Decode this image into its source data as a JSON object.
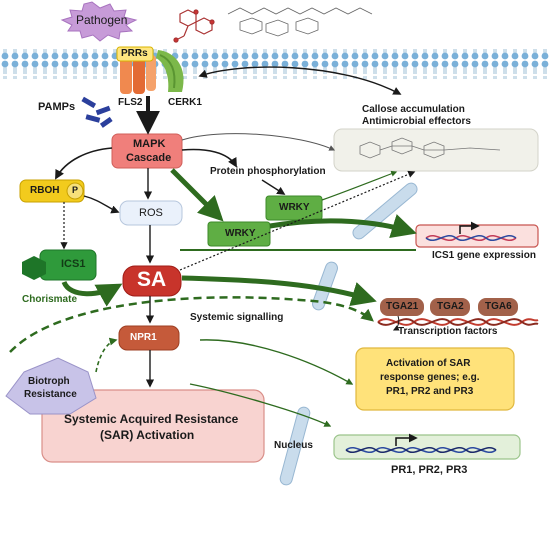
{
  "labels": {
    "pathogen": "Pathogen",
    "prrs": "PRRs",
    "fls2": "FLS2",
    "cerk1": "CERK1",
    "pamps": "PAMPs",
    "callose_line1": "Callose accumulation",
    "callose_line2": "Antimicrobial effectors",
    "mapk_line1": "MAPK",
    "mapk_line2": "Cascade",
    "protein_phos": "Protein phosphorylation",
    "rboh": "RBOH",
    "ros": "ROS",
    "wrky_upper": "WRKY",
    "wrky_lower": "WRKY",
    "ics1_gene": "ICS1 gene expression",
    "ics1": "ICS1",
    "chorismate": "Chorismate",
    "sa": "SA",
    "tga21": "TGA21",
    "tga2": "TGA2",
    "tga6": "TGA6",
    "transcription_factors": "Transcription factors",
    "systemic_signalling": "Systemic signalling",
    "npr1": "NPR1",
    "sar_genes_line1": "Activation of SAR",
    "sar_genes_line2": "response genes; e.g.",
    "sar_genes_line3": "PR1, PR2 and PR3",
    "biotroph_line1": "Biotroph",
    "biotroph_line2": "Resistance",
    "sar_line1": "Systemic Acquired Resistance",
    "sar_line2": "(SAR) Activation",
    "nucleus": "Nucleus",
    "pr_genes": "PR1,  PR2, PR3"
  },
  "colors": {
    "dark_green": "#2e6b1f",
    "mapk": "#f07f7b",
    "sa": "#c8342b",
    "npr1": "#c55a3a",
    "rboh": "#f2cb1d",
    "wrky": "#5fae44",
    "tga": "#a2614a",
    "sar_box": "#f8d3d0",
    "sar_genes_box": "#ffe27a",
    "pathogen": "#c79bd8",
    "biotroph": "#c8c3e8"
  }
}
